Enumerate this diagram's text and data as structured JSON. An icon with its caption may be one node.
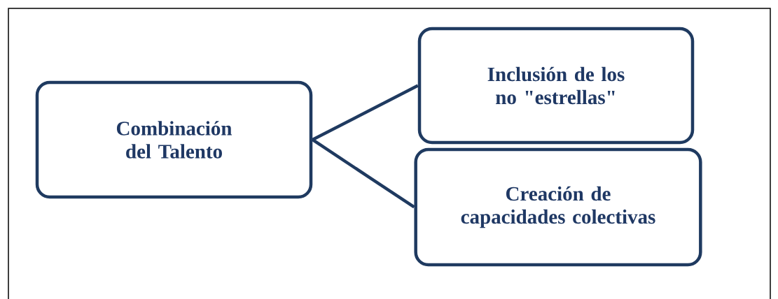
{
  "diagram": {
    "nodes": [
      {
        "text": [
          "Combinación del Talento"
        ]
      },
      {
        "text": [
          "Inclusión de los no \"estrellas\""
        ]
      },
      {
        "text": [
          "Creación de capacidades colectivas"
        ]
      }
    ],
    "edges": [
      {
        "from": 0,
        "to": 1,
        "arrow": "none"
      },
      {
        "from": 0,
        "to": 2,
        "arrow": "none"
      }
    ]
  }
}
